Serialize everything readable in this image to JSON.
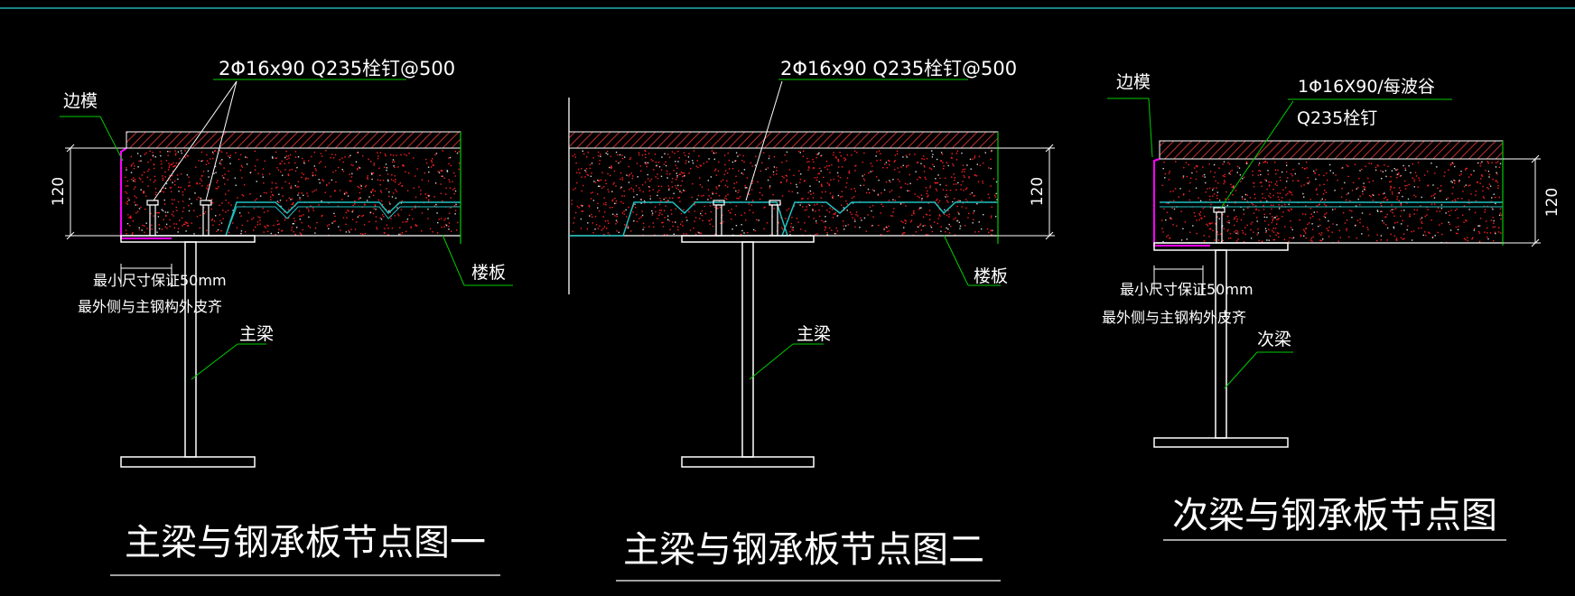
{
  "colors": {
    "background": "#000000",
    "line": "#ffffff",
    "leader": "#00cc00",
    "hatch": "#c03030",
    "concrete_dots": "#ff2020",
    "deck": "#20c0c0",
    "edge_form": "#ff00ff",
    "frame_border": "#20b0b0"
  },
  "details": [
    {
      "stud_label": "2Φ16x90 Q235栓钉@500",
      "edge_form_label": "边模",
      "dimension": "120",
      "deck_label": "楼板",
      "note_line1": "最小尺寸保证50mm",
      "note_line2": "最外侧与主钢构外皮齐",
      "beam_label": "主梁",
      "title": "主梁与钢承板节点图一"
    },
    {
      "stud_label": "2Φ16x90 Q235栓钉@500",
      "dimension": "120",
      "deck_label": "楼板",
      "beam_label": "主梁",
      "title": "主梁与钢承板节点图二"
    },
    {
      "stud_label_line1": "1Φ16X90/每波谷",
      "stud_label_line2": "Q235栓钉",
      "edge_form_label": "边模",
      "dimension": "120",
      "note_line1": "最小尺寸保证50mm",
      "note_line2": "最外侧与主钢构外皮齐",
      "beam_label": "次梁",
      "title": "次梁与钢承板节点图"
    }
  ]
}
